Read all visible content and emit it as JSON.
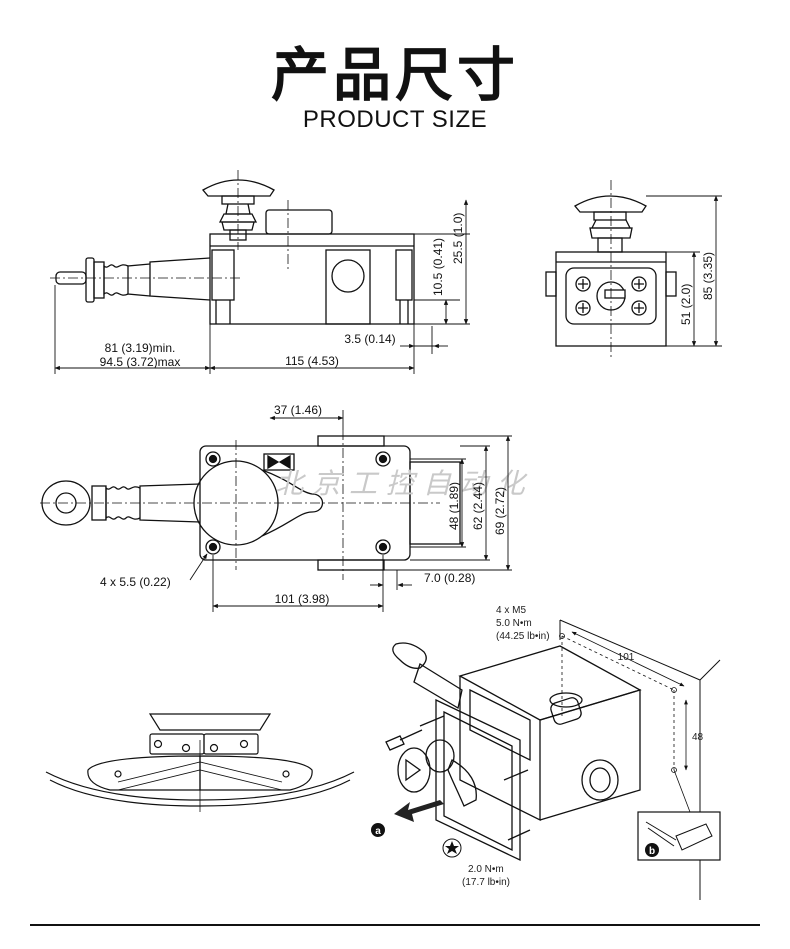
{
  "header": {
    "title": "产品尺寸",
    "subtitle": "PRODUCT SIZE"
  },
  "side_view": {
    "dim_min": "81 (3.19)min.",
    "dim_max": "94.5 (3.72)max",
    "dim_length": "115 (4.53)",
    "dim_offset": "3.5 (0.14)",
    "dim_h1": "10.5 (0.41)",
    "dim_h2": "25.5 (1.0)"
  },
  "front_view": {
    "dim_h1": "51 (2.0)",
    "dim_h2": "85 (3.35)"
  },
  "top_view": {
    "dim_37": "37 (1.46)",
    "dim_48": "48 (1.89)",
    "dim_62": "62 (2.44)",
    "dim_69": "69 (2.72)",
    "dim_holes": "4 x 5.5 (0.22)",
    "dim_7": "7.0 (0.28)",
    "dim_101": "101 (3.98)",
    "watermark": "北 京 工 控 自 动 化"
  },
  "mounting": {
    "screws": "4 x M5",
    "torque_nm": "5.0 N•m",
    "torque_lb": "(44.25 lb•in)",
    "dim_101": "101",
    "dim_48": "48",
    "label_a": "a",
    "label_b": "b",
    "torque2_nm": "2.0 N•m",
    "torque2_lb": "(17.7 lb•in)"
  },
  "colors": {
    "line": "#111111",
    "watermark": "#c9c9c9",
    "background": "#ffffff"
  }
}
